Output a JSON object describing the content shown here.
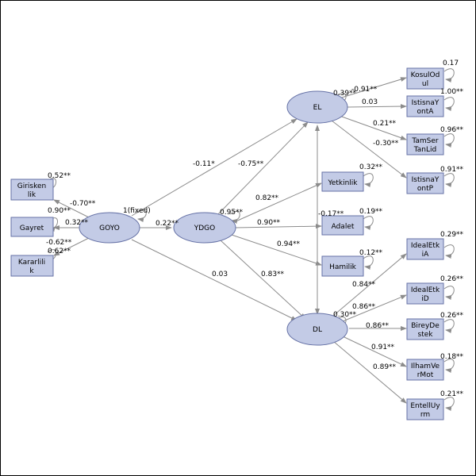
{
  "latents": {
    "goyo": "GOYO",
    "ydgo": "YDGO",
    "el": "EL",
    "dl": "DL"
  },
  "indicators": {
    "giriskenlik": [
      "Girisken",
      "lik"
    ],
    "gayret": [
      "Gayret"
    ],
    "kararlilik": [
      "Kararlili",
      "k"
    ],
    "yetkinlik": [
      "Yetkinlik"
    ],
    "adalet": [
      "Adalet"
    ],
    "hamilik": [
      "Hamilik"
    ],
    "kosulodul": [
      "KosulOd",
      "ul"
    ],
    "istisnayonta": [
      "IstisnaY",
      "ontA"
    ],
    "tamsertanlid": [
      "TamSer",
      "TanLid"
    ],
    "istisnayontp": [
      "IstisnaY",
      "ontP"
    ],
    "idealetkia": [
      "IdealEtk",
      "iA"
    ],
    "idealetkid": [
      "IdealEtk",
      "iD"
    ],
    "bireydestek": [
      "BireyDe",
      "stek"
    ],
    "ilhamvermot": [
      "IlhamVe",
      "rMot"
    ],
    "entelluyrm": [
      "EntellUy",
      "rm"
    ]
  },
  "r2": {
    "giriskenlik": "0.52**",
    "gayret": "0.90**",
    "kararlilik": "0.62**",
    "yetkinlik": "0.32**",
    "adalet": "0.19**",
    "hamilik": "0.12**",
    "kosulodul": "0.17",
    "istisnayonta": "1.00**",
    "tamsertanlid": "0.96**",
    "istisnayontp": "0.91**",
    "idealetkia": "0.29**",
    "idealetkid": "0.26**",
    "bireydestek": "0.26**",
    "ilhamvermot": "0.18**",
    "entelluyrm": "0.21**",
    "ydgo": "0.95**",
    "el": "0.39**",
    "dl": "0.30**",
    "goyo_fixed": "1(fixed)"
  },
  "paths": {
    "goyo_giriskenlik": "-0.70**",
    "goyo_gayret": "0.32**",
    "goyo_kararlilik": "-0.62**",
    "goyo_ydgo": "0.22**",
    "goyo_el": "-0.11*",
    "goyo_dl": "0.03",
    "ydgo_el": "-0.75**",
    "ydgo_yetkinlik": "0.82**",
    "ydgo_adalet": "0.90**",
    "ydgo_hamilik": "0.94**",
    "ydgo_dl": "0.83**",
    "el_dl_cov": "-0.17**",
    "el_kosulodul": "-0.91**",
    "el_istisnayonta": "0.03",
    "el_tamsertanlid": "0.21**",
    "el_istisnayontp": "-0.30**",
    "dl_idealetkia": "0.84**",
    "dl_idealetkid": "0.86**",
    "dl_bireydestek": "0.86**",
    "dl_ilhamvermot": "0.91**",
    "dl_entelluyrm": "0.89**"
  }
}
